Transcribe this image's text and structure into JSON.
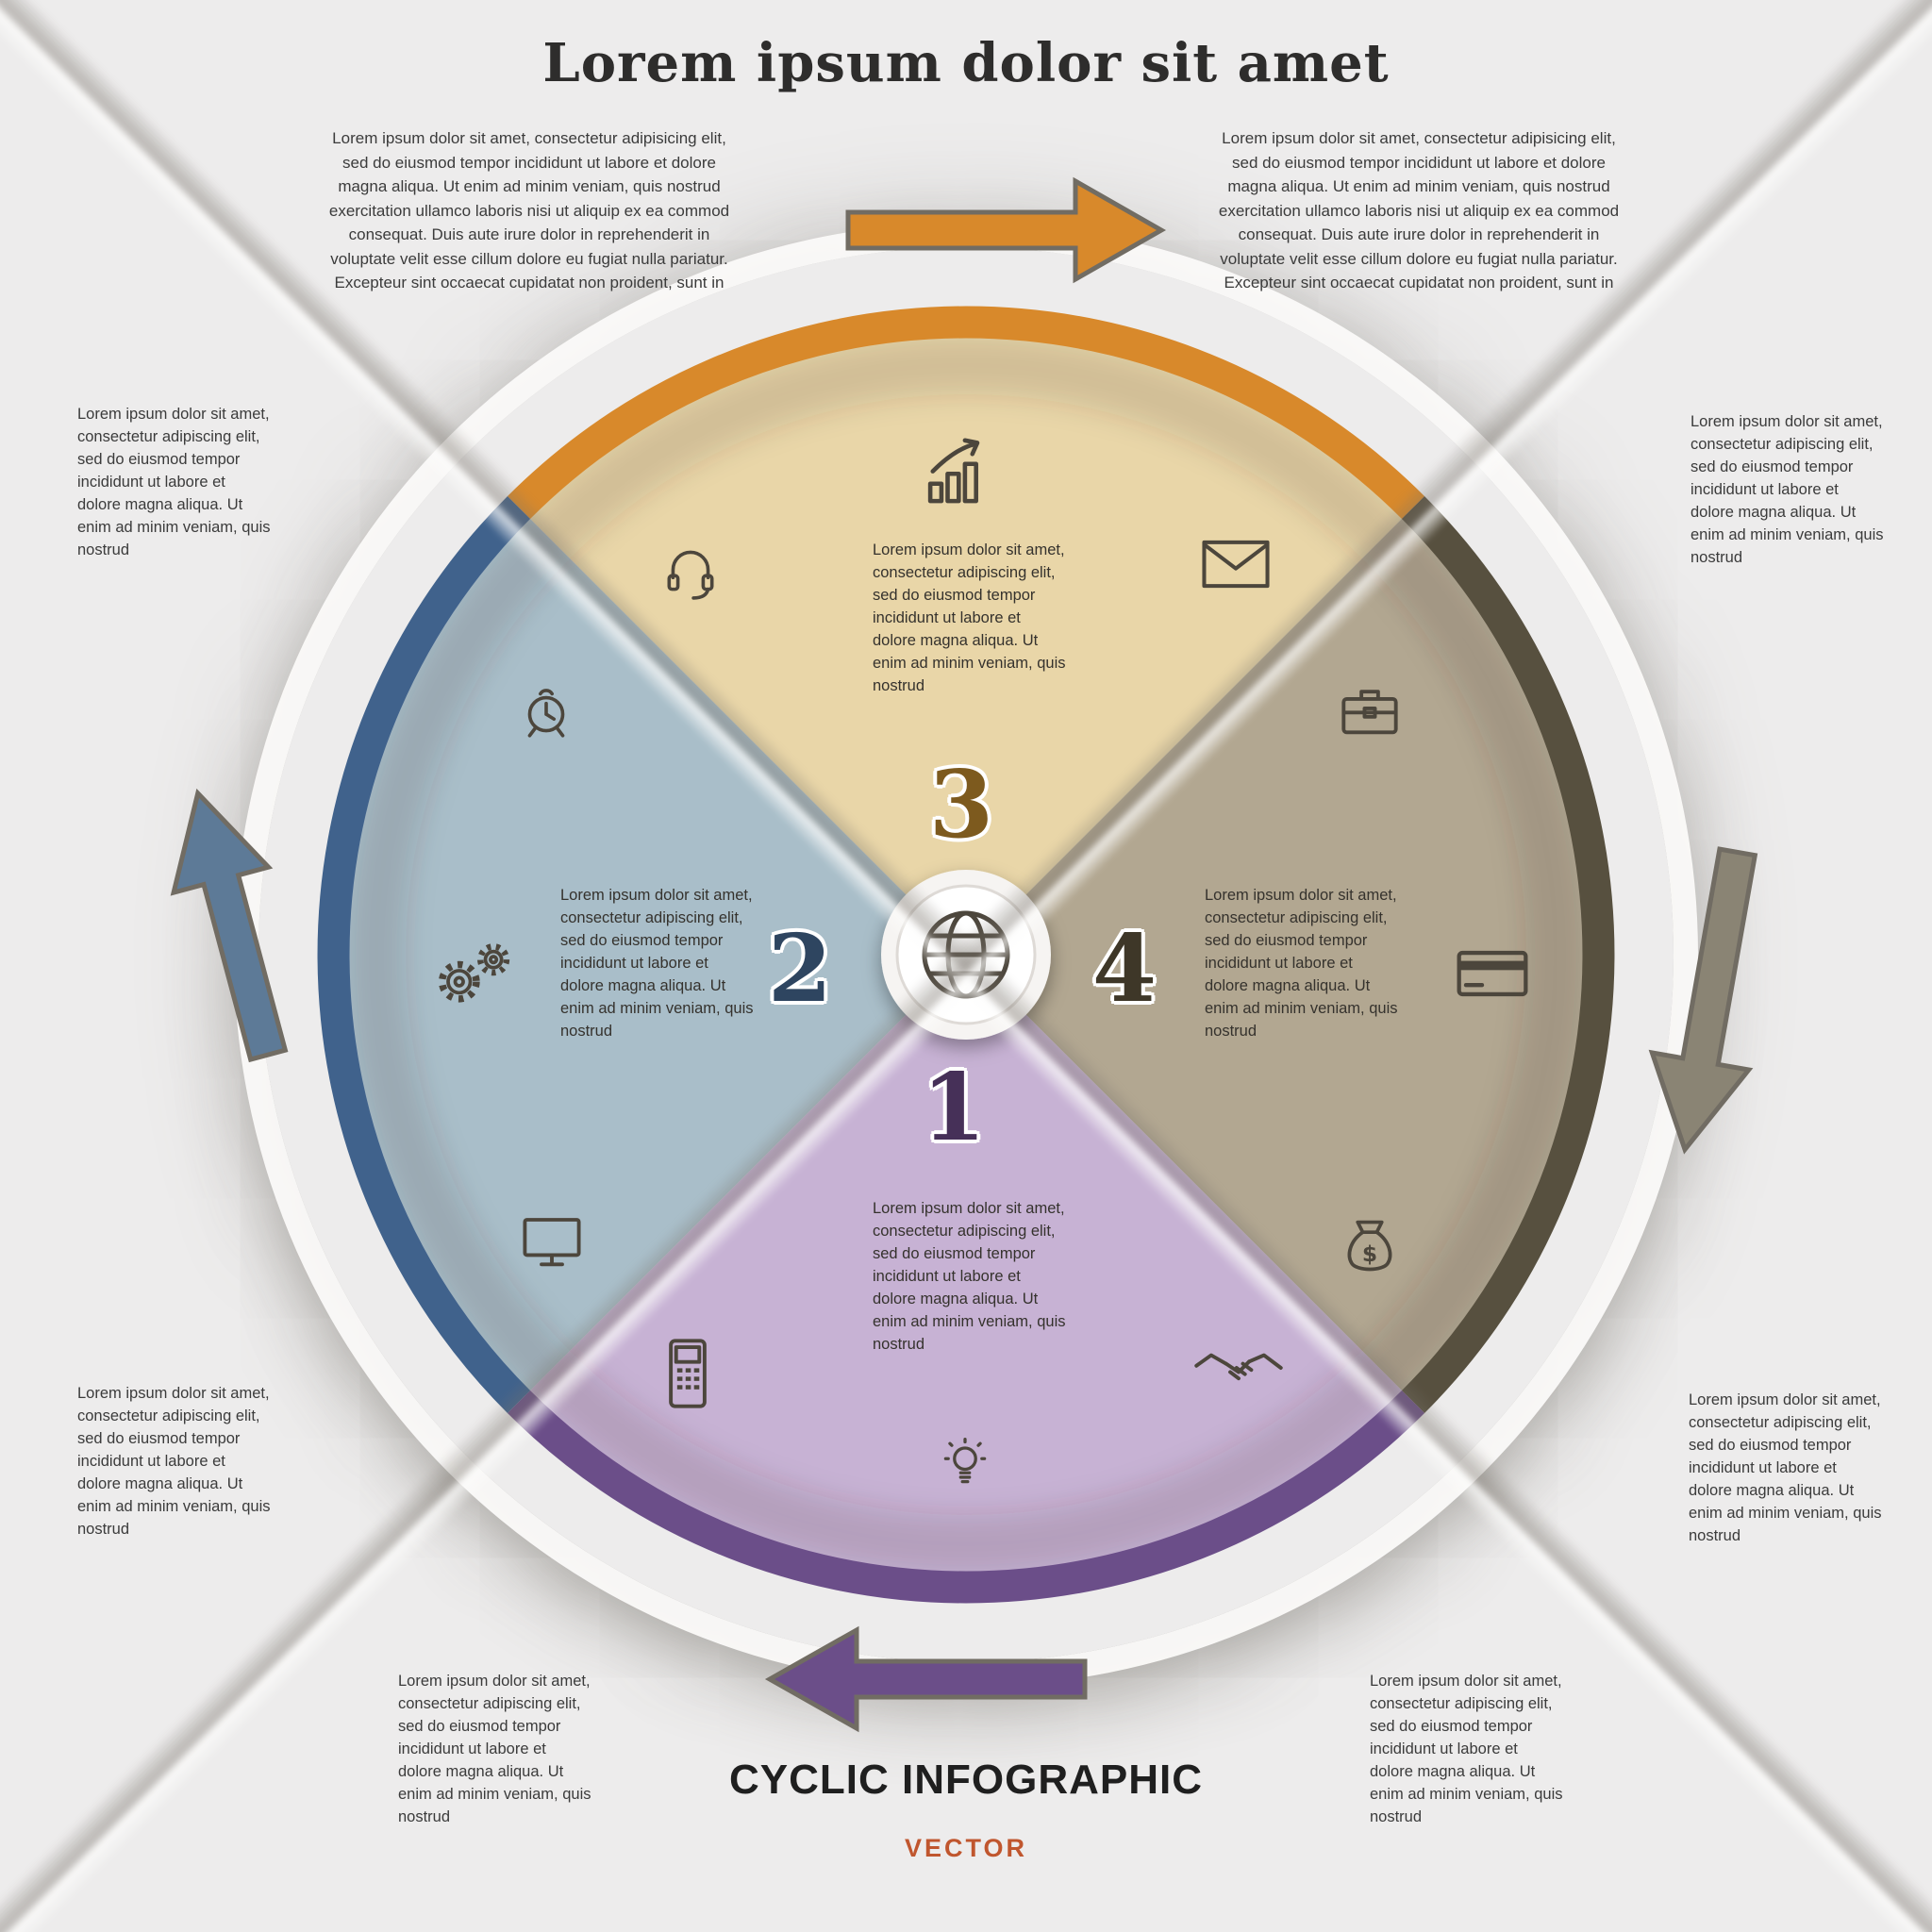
{
  "page": {
    "title": "Lorem ipsum dolor sit amet",
    "footer_heading": "CYCLIC INFOGRAPHIC",
    "footer_subheading": "VECTOR"
  },
  "paragraphs": {
    "long": "Lorem ipsum dolor sit amet, consectetur adipisicing elit, sed do eiusmod tempor incididunt ut labore et dolore magna aliqua. Ut enim ad minim veniam, quis nostrud exercitation ullamco laboris nisi ut aliquip ex ea commod consequat. Duis aute irure dolor in reprehenderit in voluptate velit esse cillum dolore eu fugiat nulla pariatur. Excepteur sint occaecat cupidatat non proident, sunt in",
    "short": "Lorem ipsum dolor sit amet, consectetur adipiscing elit, sed do eiusmod tempor incididunt ut labore et dolore magna aliqua. Ut enim ad minim veniam, quis nostrud"
  },
  "wheel": {
    "center_icon": "globe-icon",
    "slices": [
      {
        "number": "1",
        "position": "bottom",
        "fill": "#c7b2d4",
        "rim": "#6b4e89",
        "number_color": "#463058",
        "icons": [
          "mobile-phone-icon",
          "lightbulb-icon",
          "handshake-icon"
        ]
      },
      {
        "number": "2",
        "position": "left",
        "fill": "#a9bec9",
        "rim": "#40628c",
        "number_color": "#2e4560",
        "icons": [
          "alarm-clock-icon",
          "gears-icon",
          "monitor-icon"
        ]
      },
      {
        "number": "3",
        "position": "top",
        "fill": "#e9d6a8",
        "rim": "#d8892b",
        "number_color": "#7d5a1e",
        "icons": [
          "growth-chart-icon",
          "headset-icon",
          "envelope-icon"
        ]
      },
      {
        "number": "4",
        "position": "right",
        "fill": "#b2a791",
        "rim": "#57503f",
        "number_color": "#3e3728",
        "icons": [
          "briefcase-icon",
          "credit-card-icon",
          "money-bag-icon"
        ]
      }
    ]
  },
  "arrows": [
    {
      "position": "top",
      "direction": "right",
      "color": "#d8892b"
    },
    {
      "position": "left",
      "direction": "up",
      "color": "#5d7a97"
    },
    {
      "position": "right",
      "direction": "down",
      "color": "#8a8474"
    },
    {
      "position": "bottom",
      "direction": "left",
      "color": "#6b4e89"
    }
  ]
}
